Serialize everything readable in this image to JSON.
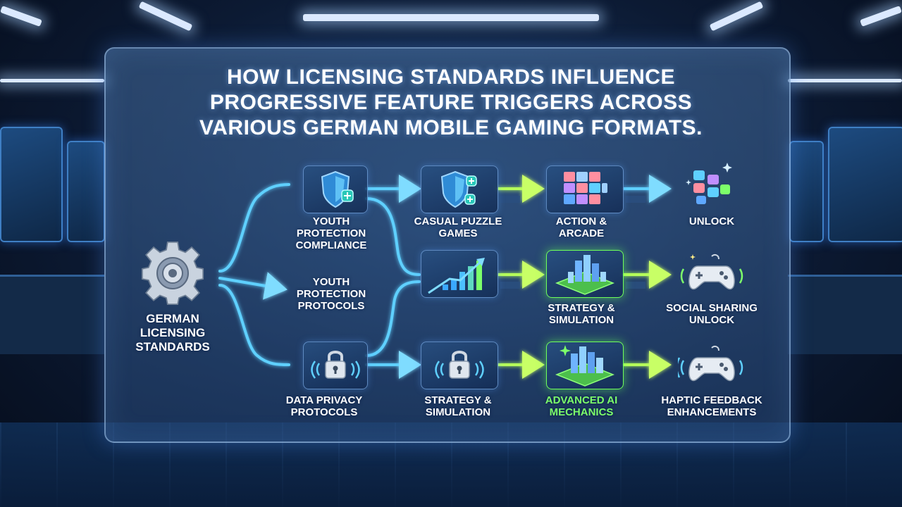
{
  "title": {
    "line1": "HOW LICENSING STANDARDS INFLUENCE",
    "line2": "PROGRESSIVE FEATURE TRIGGERS ACROSS",
    "line3": "VARIOUS GERMAN MOBILE GAMING FORMATS."
  },
  "source": {
    "label": "German Licensing Standards",
    "icon": "gear-icon"
  },
  "nodes": {
    "youth_compliance": {
      "label": "Youth Protection Compliance",
      "icon": "shield-icon"
    },
    "youth_protocols": {
      "label": "Youth Protection Protocols"
    },
    "data_privacy": {
      "label": "Data Privacy Protocols",
      "icon": "lock-icon"
    },
    "casual_puzzle": {
      "label": "Casual Puzzle Games",
      "icon": "shield-icon"
    },
    "growth_chart": {
      "icon": "bar-chart-icon"
    },
    "strategy_sim_lock": {
      "label": "Strategy & Simulation",
      "icon": "lock-icon"
    },
    "action_arcade": {
      "label": "Action & Arcade",
      "icon": "puzzle-icon"
    },
    "strategy_sim_city": {
      "label": "Strategy & Simulation",
      "icon": "city-icon"
    },
    "advanced_ai": {
      "label": "Advanced AI Mechanics",
      "icon": "city-icon"
    },
    "unlock": {
      "label": "Unlock",
      "icon": "puzzle-icon"
    },
    "social_unlock": {
      "label": "Social Sharing Unlock",
      "icon": "gamepad-icon"
    },
    "haptic": {
      "label": "Haptic Feedback Enhancements",
      "icon": "gamepad-icon"
    }
  },
  "colors": {
    "flow_blue": "#5fd0ff",
    "flow_green": "#b6ff5a",
    "highlight_green": "#7dff6a",
    "panel_border": "#aacdf5"
  }
}
